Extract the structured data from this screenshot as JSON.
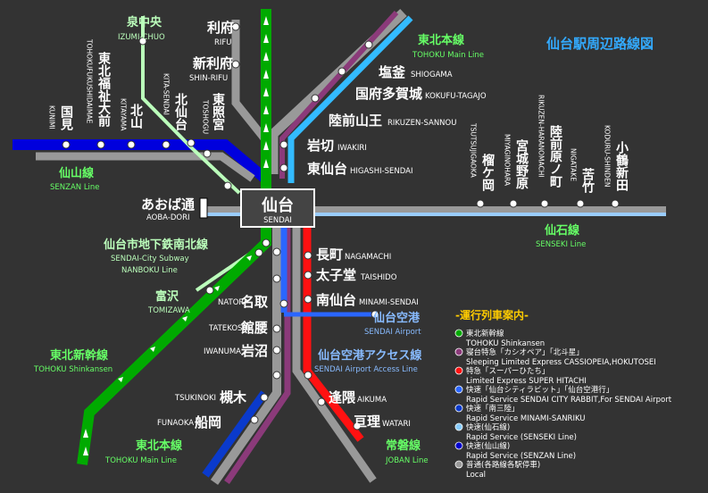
{
  "title": "仙台駅周辺路線図",
  "hub": {
    "jp": "仙台",
    "en": "SENDAI"
  },
  "lines": {
    "tohoku_main_top": {
      "jp": "東北本線",
      "en": "TOHOKU Main Line"
    },
    "tohoku_main_bottom": {
      "jp": "東北本線",
      "en": "TOHOKU Main Line"
    },
    "senzan": {
      "jp": "仙山線",
      "en": "SENZAN Line"
    },
    "senseki": {
      "jp": "仙石線",
      "en": "SENSEKI Line"
    },
    "subway": {
      "jp": "仙台市地下鉄南北線",
      "en1": "SENDAI-City Subway",
      "en2": "NANBOKU Line"
    },
    "shinkansen": {
      "jp": "東北新幹線",
      "en": "TOHOKU Shinkansen"
    },
    "airport": {
      "jp": "仙台空港アクセス線",
      "en": "SENDAI Airport Access Line"
    },
    "joban": {
      "jp": "常磐線",
      "en": "JOBAN Line"
    }
  },
  "stations": {
    "izumichuo": {
      "jp": "泉中央",
      "en": "IZUMI-CHUO"
    },
    "rifu": {
      "jp": "利府",
      "en": "RIFU"
    },
    "shinrifu": {
      "jp": "新利府",
      "en": "SHIN-RIFU"
    },
    "shiogama": {
      "jp": "塩釜",
      "en": "SHIOGAMA"
    },
    "kokufutagajo": {
      "jp": "国府多賀城",
      "en": "KOKUFU-TAGAJO"
    },
    "rikuzensannou": {
      "jp": "陸前山王",
      "en": "RIKUZEN-SANNOU"
    },
    "iwakiri": {
      "jp": "岩切",
      "en": "IWAKIRI"
    },
    "higashisendai": {
      "jp": "東仙台",
      "en": "HIGASHI-SENDAI"
    },
    "tohokufukushi": {
      "jp": "東北福祉大前",
      "en": "TOHOKUFUKUSHIDAIMAE"
    },
    "kunimi": {
      "jp": "国見",
      "en": "KUNIMI"
    },
    "kitayama": {
      "jp": "北山",
      "en": "KITAYAMA"
    },
    "kitasendai": {
      "jp": "北仙台",
      "en": "KITA-SENDAI"
    },
    "toshogu": {
      "jp": "東照宮",
      "en": "TOSHOGU"
    },
    "aobadori": {
      "jp": "あおば通",
      "en": "AOBA-DORI"
    },
    "tsutsujigaoka": {
      "jp": "榴ケ岡",
      "en": "TSUTSUJIGAOKA"
    },
    "miyaginohara": {
      "jp": "宮城野原",
      "en": "MIYAGINOHARA"
    },
    "rikuzenharanomachi": {
      "jp": "陸前原ノ町",
      "en": "RIKUZEN-HARANOMACHI"
    },
    "nigatake": {
      "jp": "苦竹",
      "en": "NIGATAKE"
    },
    "kodurushinden": {
      "jp": "小鶴新田",
      "en": "KODURU-SHINDEN"
    },
    "tomizawa": {
      "jp": "富沢",
      "en": "TOMIZAWA"
    },
    "nagamachi": {
      "jp": "長町",
      "en": "NAGAMACHI"
    },
    "taishido": {
      "jp": "太子堂",
      "en": "TAISHIDO"
    },
    "minamisendai": {
      "jp": "南仙台",
      "en": "MINAMI-SENDAI"
    },
    "natori": {
      "jp": "名取",
      "en": "NATORI"
    },
    "sendaiairport": {
      "jp": "仙台空港",
      "en": "SENDAI Airport"
    },
    "tatekoshi": {
      "jp": "館腰",
      "en": "TATEKOSHI"
    },
    "iwanuma": {
      "jp": "岩沼",
      "en": "IWANUMA"
    },
    "tsukinoki": {
      "jp": "槻木",
      "en": "TSUKINOKI"
    },
    "funaoka": {
      "jp": "船岡",
      "en": "FUNAOKA"
    },
    "okuma": {
      "jp": "逢隈",
      "en": "AIKUMA"
    },
    "watari": {
      "jp": "亘理",
      "en": "WATARI"
    }
  },
  "legend": {
    "heading": "-運行列車案内-",
    "items": [
      {
        "color": "#00aa00",
        "jp": "東北新幹線",
        "en": "TOHOKU Shinkansen"
      },
      {
        "color": "#8b3a7a",
        "jp": "寝台特急「カシオペア」「北斗星」",
        "en": "Sleeping Limited Express CASSIOPEIA,HOKUTOSEI"
      },
      {
        "color": "#ff1111",
        "jp": "特急「スーパーひたち」",
        "en": "Limited Express SUPER HITACHI"
      },
      {
        "color": "#2a66ff",
        "jp": "快速「仙台シティラビット」「仙台空港行」",
        "en": "Rapid Service SENDAI CITY RABBIT,For SENDAI Airport"
      },
      {
        "color": "#0a3acc",
        "jp": "快速「南三陸」",
        "en": "Rapid Service MINAMI-SANRIKU"
      },
      {
        "color": "#88ccff",
        "jp": "快速(仙石線)",
        "en": "Rapid Service (SENSEKI Line)"
      },
      {
        "color": "#0000cc",
        "jp": "快速(仙山線)",
        "en": "Rapid Service (SENZAN Line)"
      },
      {
        "color": "#999999",
        "jp": "普通(各路線各駅停車)",
        "en": "Local"
      }
    ]
  }
}
